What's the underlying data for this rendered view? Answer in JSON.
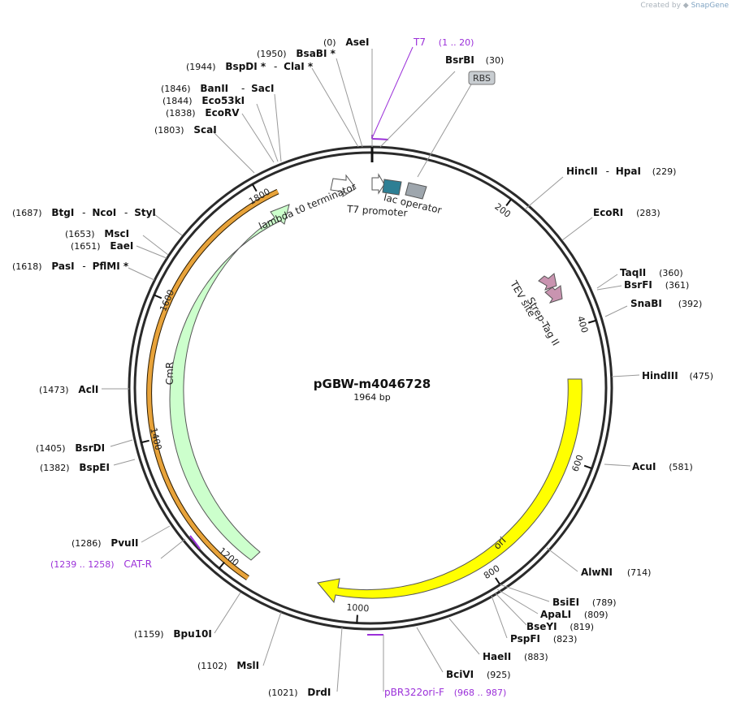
{
  "credit": {
    "prefix": "Created by",
    "brand": "SnapGene"
  },
  "plasmid": {
    "name": "pGBW-m4046728",
    "size_label": "1964 bp",
    "length": 1964
  },
  "ticks": [
    {
      "pos": 200,
      "label": "200"
    },
    {
      "pos": 400,
      "label": "400"
    },
    {
      "pos": 600,
      "label": "600"
    },
    {
      "pos": 800,
      "label": "800"
    },
    {
      "pos": 1000,
      "label": "1000"
    },
    {
      "pos": 1200,
      "label": "1200"
    },
    {
      "pos": 1400,
      "label": "1400"
    },
    {
      "pos": 1600,
      "label": "1600"
    },
    {
      "pos": 1800,
      "label": "1800"
    }
  ],
  "features": {
    "ori": {
      "label": "ori",
      "color": "#ffff00"
    },
    "cmr": {
      "label": "CmR",
      "color": "#ccffcc"
    },
    "orange_bar": {
      "color": "#e8a33a"
    },
    "lambda": {
      "label": "lambda t0 terminator"
    },
    "t7_promoter": {
      "label": "T7 promoter"
    },
    "lac_operator": {
      "label": "lac operator",
      "color": "#2e7f94"
    },
    "grey_box": {
      "color": "#9ea6ad"
    },
    "rbs": {
      "label": "RBS"
    },
    "tev": {
      "label": "TEV site",
      "color": "#c994b0"
    },
    "strep": {
      "label": "Strep-Tag II",
      "color": "#c994b0"
    }
  },
  "enzymes_right": [
    {
      "name": "AseI",
      "pos": "(0)"
    },
    {
      "name": "BsrBI",
      "pos": "(30)"
    },
    {
      "name": "HincII",
      "name2": "HpaI",
      "pos": "(229)"
    },
    {
      "name": "EcoRI",
      "pos": "(283)"
    },
    {
      "name": "TaqII",
      "pos": "(360)"
    },
    {
      "name": "BsrFI",
      "pos": "(361)"
    },
    {
      "name": "SnaBI",
      "pos": "(392)"
    },
    {
      "name": "HindIII",
      "pos": "(475)"
    },
    {
      "name": "AcuI",
      "pos": "(581)"
    },
    {
      "name": "AlwNI",
      "pos": "(714)"
    },
    {
      "name": "BsiEI",
      "pos": "(789)"
    },
    {
      "name": "ApaLI",
      "pos": "(809)"
    },
    {
      "name": "BseYI",
      "pos": "(819)"
    },
    {
      "name": "PspFI",
      "pos": "(823)"
    },
    {
      "name": "HaeII",
      "pos": "(883)"
    },
    {
      "name": "BciVI",
      "pos": "(925)"
    }
  ],
  "enzymes_left": [
    {
      "name": "BsaBI *",
      "pos": "(1950)"
    },
    {
      "name": "BspDI *",
      "name2": "ClaI *",
      "pos": "(1944)"
    },
    {
      "name": "BanII",
      "name2": "SacI",
      "pos": "(1846)"
    },
    {
      "name": "Eco53kI",
      "pos": "(1844)"
    },
    {
      "name": "EcoRV",
      "pos": "(1838)"
    },
    {
      "name": "ScaI",
      "pos": "(1803)"
    },
    {
      "name": "BtgI",
      "name2": "NcoI",
      "name3": "StyI",
      "pos": "(1687)"
    },
    {
      "name": "MscI",
      "pos": "(1653)"
    },
    {
      "name": "EaeI",
      "pos": "(1651)"
    },
    {
      "name": "PasI",
      "name2": "PflMI *",
      "pos": "(1618)"
    },
    {
      "name": "AclI",
      "pos": "(1473)"
    },
    {
      "name": "BsrDI",
      "pos": "(1405)"
    },
    {
      "name": "BspEI",
      "pos": "(1382)"
    },
    {
      "name": "PvuII",
      "pos": "(1286)"
    },
    {
      "name": "Bpu10I",
      "pos": "(1159)"
    },
    {
      "name": "MslI",
      "pos": "(1102)"
    },
    {
      "name": "DrdI",
      "pos": "(1021)"
    }
  ],
  "primers": [
    {
      "name": "T7",
      "range": "(1 .. 20)"
    },
    {
      "name": "CAT-R",
      "range": "(1239 .. 1258)"
    },
    {
      "name": "pBR322ori-F",
      "range": "(968 .. 987)"
    }
  ],
  "colors": {
    "primer": "#9b30d9",
    "backbone": "#2a2a2a",
    "leader": "#888888",
    "tick_text": "#222222"
  }
}
